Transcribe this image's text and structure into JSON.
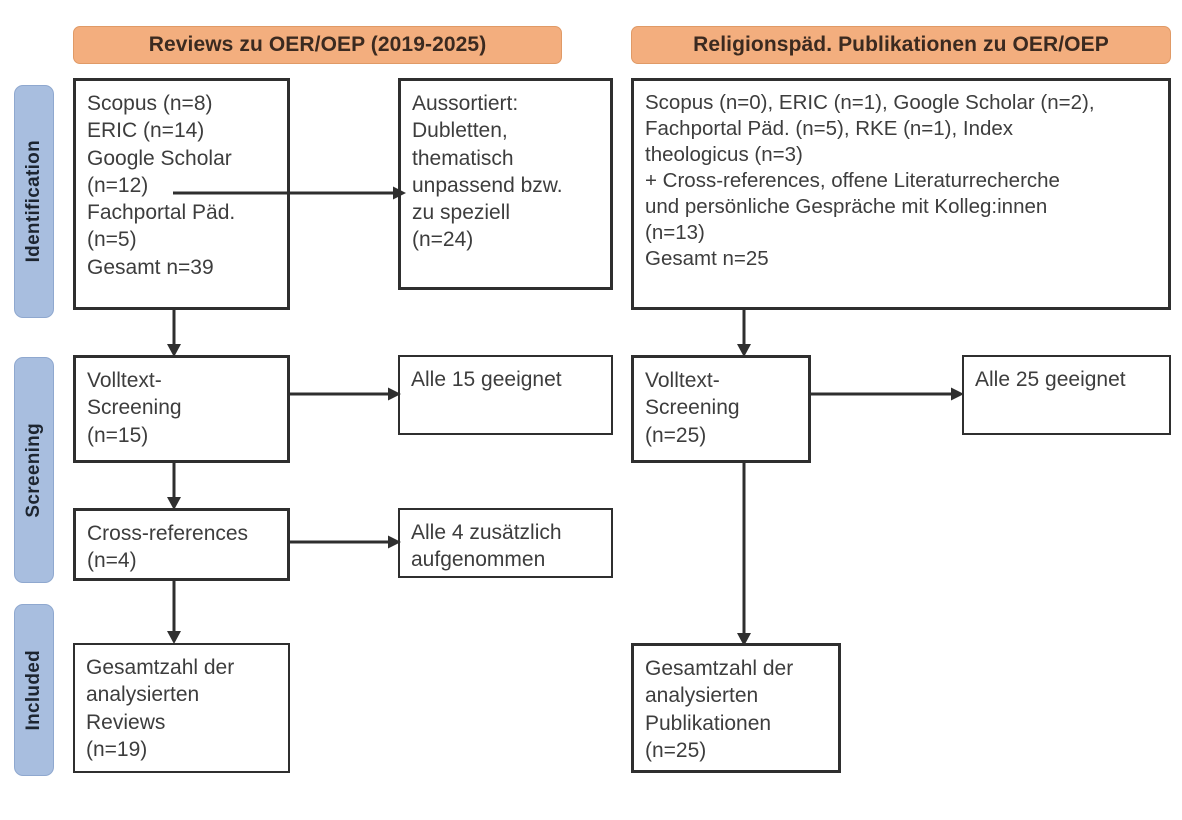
{
  "diagram": {
    "type": "prisma-flow-diagram",
    "columns": [
      {
        "id": "left",
        "header": "Reviews zu OER/OEP (2019-2025)"
      },
      {
        "id": "right",
        "header": "Religionspäd. Publikationen zu OER/OEP"
      }
    ],
    "phases": [
      {
        "id": "identification",
        "label": "Identification"
      },
      {
        "id": "screening",
        "label": "Screening"
      },
      {
        "id": "included",
        "label": "Included"
      }
    ],
    "colors": {
      "header_fill": "#F3AE7E",
      "header_border": "#E09A66",
      "phase_fill": "#A8BEDF",
      "phase_border": "#8FA8CF",
      "box_border": "#2f2f2f",
      "box_fill": "#ffffff",
      "text": "#3d3d3d",
      "arrow": "#2f2f2f"
    },
    "left_column": {
      "identification": "Scopus (n=8)\nERIC (n=14)\nGoogle Scholar\n(n=12)\nFachportal Päd.\n(n=5)\nGesamt n=39",
      "excluded": "Aussortiert:\nDubletten,\nthematisch\nunpassend bzw.\nzu speziell\n(n=24)",
      "screening": "Volltext-\nScreening\n(n=15)",
      "eligible": "Alle 15 geeignet",
      "crossrefs": "Cross-references\n(n=4)",
      "crossrefs_outcome": "Alle 4 zusätzlich\naufgenommen",
      "included": "Gesamtzahl der\nanalysierten\nReviews\n(n=19)"
    },
    "right_column": {
      "identification": "Scopus (n=0), ERIC (n=1), Google Scholar (n=2),\nFachportal Päd. (n=5), RKE (n=1), Index\ntheologicus (n=3)\n+ Cross-references, offene Literaturrecherche\nund persönliche Gespräche mit Kolleg:innen\n(n=13)\nGesamt n=25",
      "screening": "Volltext-\nScreening\n(n=25)",
      "eligible": "Alle 25 geeignet",
      "included": "Gesamtzahl der\nanalysierten\nPublikationen\n(n=25)"
    },
    "counts": {
      "left_scopus": 8,
      "left_eric": 14,
      "left_google_scholar": 12,
      "left_fachportal": 5,
      "left_total_identified": 39,
      "left_excluded": 24,
      "left_fulltext_screened": 15,
      "left_eligible": 15,
      "left_crossrefs": 4,
      "left_included": 19,
      "right_scopus": 0,
      "right_eric": 1,
      "right_google_scholar": 2,
      "right_fachportal": 5,
      "right_rke": 1,
      "right_index_theologicus": 3,
      "right_other_sources": 13,
      "right_total_identified": 25,
      "right_fulltext_screened": 25,
      "right_eligible": 25,
      "right_included": 25
    }
  }
}
